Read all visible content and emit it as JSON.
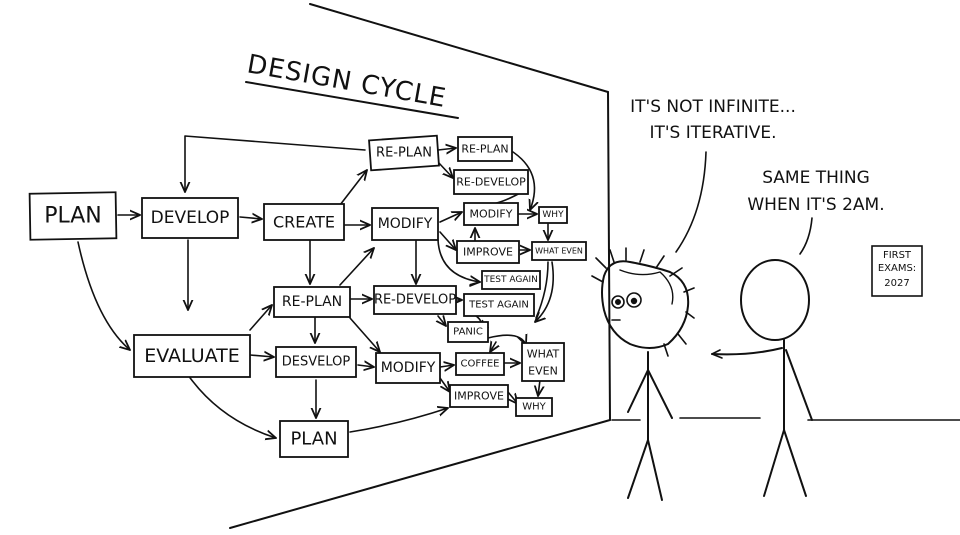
{
  "comic": {
    "board_title": "DESIGN CYCLE",
    "nodes": [
      {
        "id": "plan1",
        "label": "PLAN"
      },
      {
        "id": "develop",
        "label": "DEVELOP"
      },
      {
        "id": "create",
        "label": "CREATE"
      },
      {
        "id": "evaluate",
        "label": "EVALUATE"
      },
      {
        "id": "replan-top",
        "label": "RE-PLAN"
      },
      {
        "id": "replan-top2",
        "label": "RE-PLAN"
      },
      {
        "id": "redevelop-top",
        "label": "RE-DEVELOP"
      },
      {
        "id": "modify-mid",
        "label": "MODIFY"
      },
      {
        "id": "modify-top",
        "label": "MODIFY"
      },
      {
        "id": "why-top",
        "label": "WHY"
      },
      {
        "id": "improve-mid",
        "label": "IMPROVE"
      },
      {
        "id": "whateven-top",
        "label": "WHAT EVEN"
      },
      {
        "id": "testagain1",
        "label": "TEST AGAIN"
      },
      {
        "id": "testagain2",
        "label": "TEST AGAIN"
      },
      {
        "id": "replan-low",
        "label": "RE-PLAN"
      },
      {
        "id": "redevelop-low",
        "label": "RE-DEVELOP"
      },
      {
        "id": "panic",
        "label": "PANIC"
      },
      {
        "id": "desvelop",
        "label": "DESVELOP"
      },
      {
        "id": "modify-low",
        "label": "MODIFY"
      },
      {
        "id": "coffee",
        "label": "COFFEE"
      },
      {
        "id": "whateven-low-1",
        "label": "WHAT"
      },
      {
        "id": "whateven-low-2",
        "label": "EVEN"
      },
      {
        "id": "improve-low",
        "label": "IMPROVE"
      },
      {
        "id": "why-low",
        "label": "WHY"
      },
      {
        "id": "plan2",
        "label": "PLAN"
      }
    ],
    "speech": {
      "left_line1": "IT'S NOT INFINITE...",
      "left_line2": "IT'S ITERATIVE.",
      "right_line1": "SAME THING",
      "right_line2": "WHEN IT'S 2AM."
    },
    "badge": {
      "line1": "FIRST",
      "line2": "EXAMS:",
      "line3": "2027"
    }
  }
}
